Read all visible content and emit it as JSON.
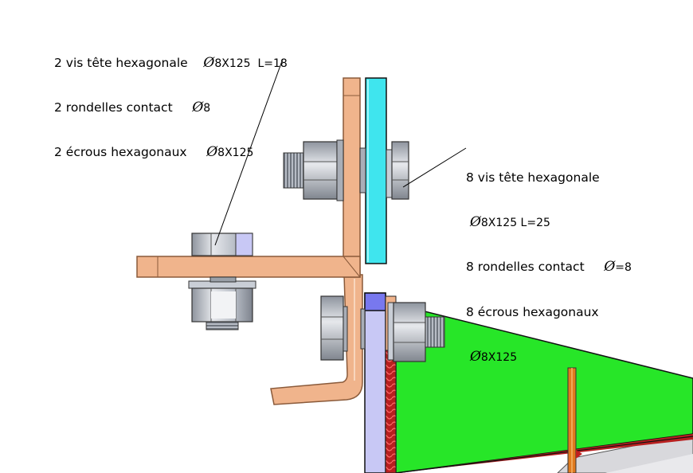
{
  "annotation_top": {
    "line1": "2 vis tête hexagonale",
    "line1_dim": "8X125  L=18",
    "line2": "2 rondelles contact",
    "line2_dim": "8",
    "line3": "2 écrous hexagonaux",
    "line3_dim": "8X125"
  },
  "annotation_right": {
    "line1": "8 vis tête hexagonale",
    "line2_dim": "8X125 L=25",
    "line3": "8 rondelles contact",
    "line3_dim": "=8",
    "line4": "8 écrous hexagonaux",
    "line5_dim": "8X125"
  },
  "symbols": {
    "diameter": "Ø"
  },
  "colors": {
    "copper": "#f0b48c",
    "copper_edge": "#8a5a3a",
    "insulator": "#3fe5ee",
    "green_plate": "#27e628",
    "lilac": "#c8c8f5",
    "blue_face": "#7878ee",
    "bolt_grey": "#c8ccd4",
    "red_seal": "#cc2424",
    "orange_rod": "#e07a1e"
  }
}
